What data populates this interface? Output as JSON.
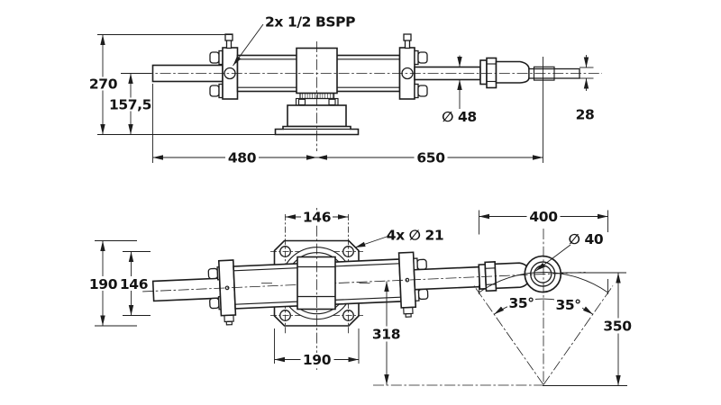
{
  "colors": {
    "ink": "#1d1d1d",
    "background": "#ffffff"
  },
  "side_view": {
    "port_label": "2x 1/2 BSPP",
    "dims": {
      "overall_height": "270",
      "axis_height": "157,5",
      "left_length": "480",
      "right_length": "650",
      "rod_diameter": "∅ 48",
      "rod_end_width": "28"
    }
  },
  "plan_view": {
    "mount_hole_label": "4x ∅ 21",
    "ball_joint_label": "∅ 40",
    "dims": {
      "flange_height": "190",
      "hole_pitch_vertical": "146",
      "hole_pitch_horizontal": "146",
      "flange_width": "190",
      "sweep_width": "400",
      "angle_left": "35°",
      "angle_right": "35°",
      "axis_to_pivot": "318",
      "pivot_radius": "350"
    }
  }
}
